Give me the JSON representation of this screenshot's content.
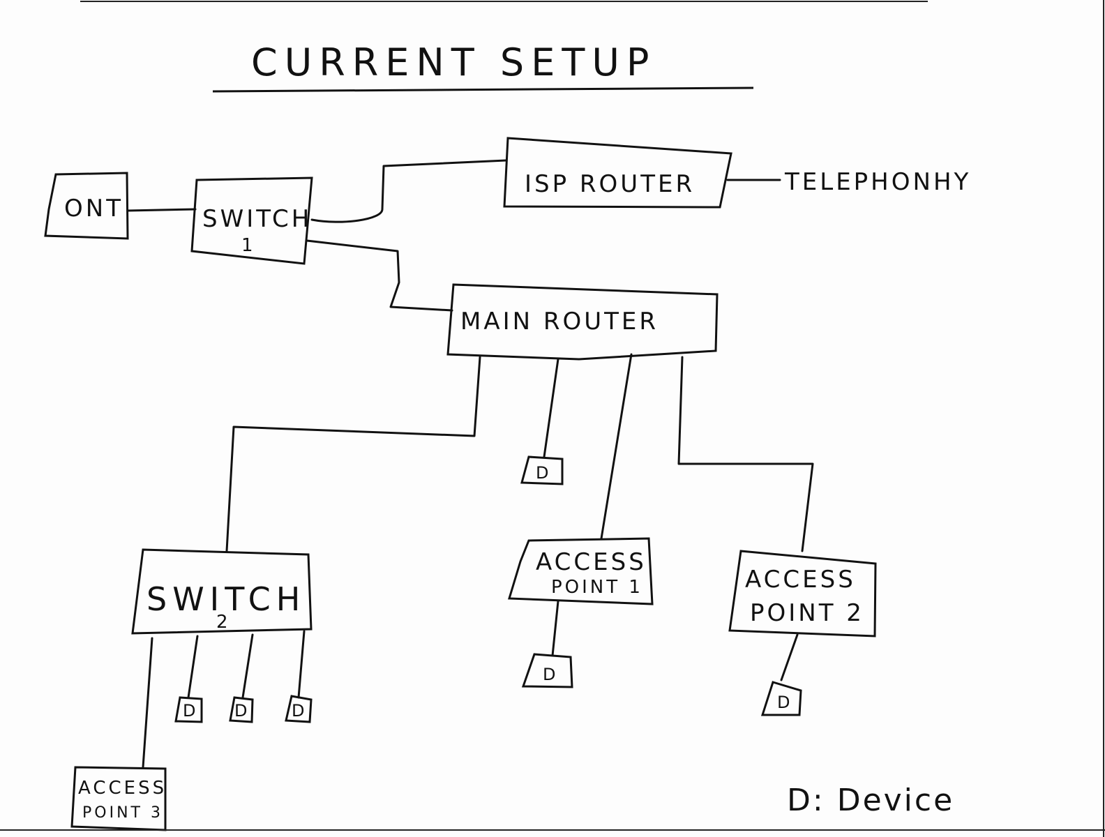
{
  "diagram": {
    "title": "CURRENT SETUP",
    "nodes": {
      "ont": "ONT",
      "switch1": {
        "line1": "SWITCH",
        "line2": "1"
      },
      "isp_router": "ISP ROUTER",
      "telephony": "TELEPHONHY",
      "main_router": "MAIN ROUTER",
      "switch2": {
        "line1": "SWITCH",
        "line2": "2"
      },
      "access_point1": {
        "line1": "ACCESS",
        "line2": "POINT 1"
      },
      "access_point2": {
        "line1": "ACCESS",
        "line2": "POINT 2"
      },
      "access_point3": {
        "line1": "ACCESS",
        "line2": "POINT 3"
      },
      "device": "D"
    },
    "legend": "D: Device"
  }
}
